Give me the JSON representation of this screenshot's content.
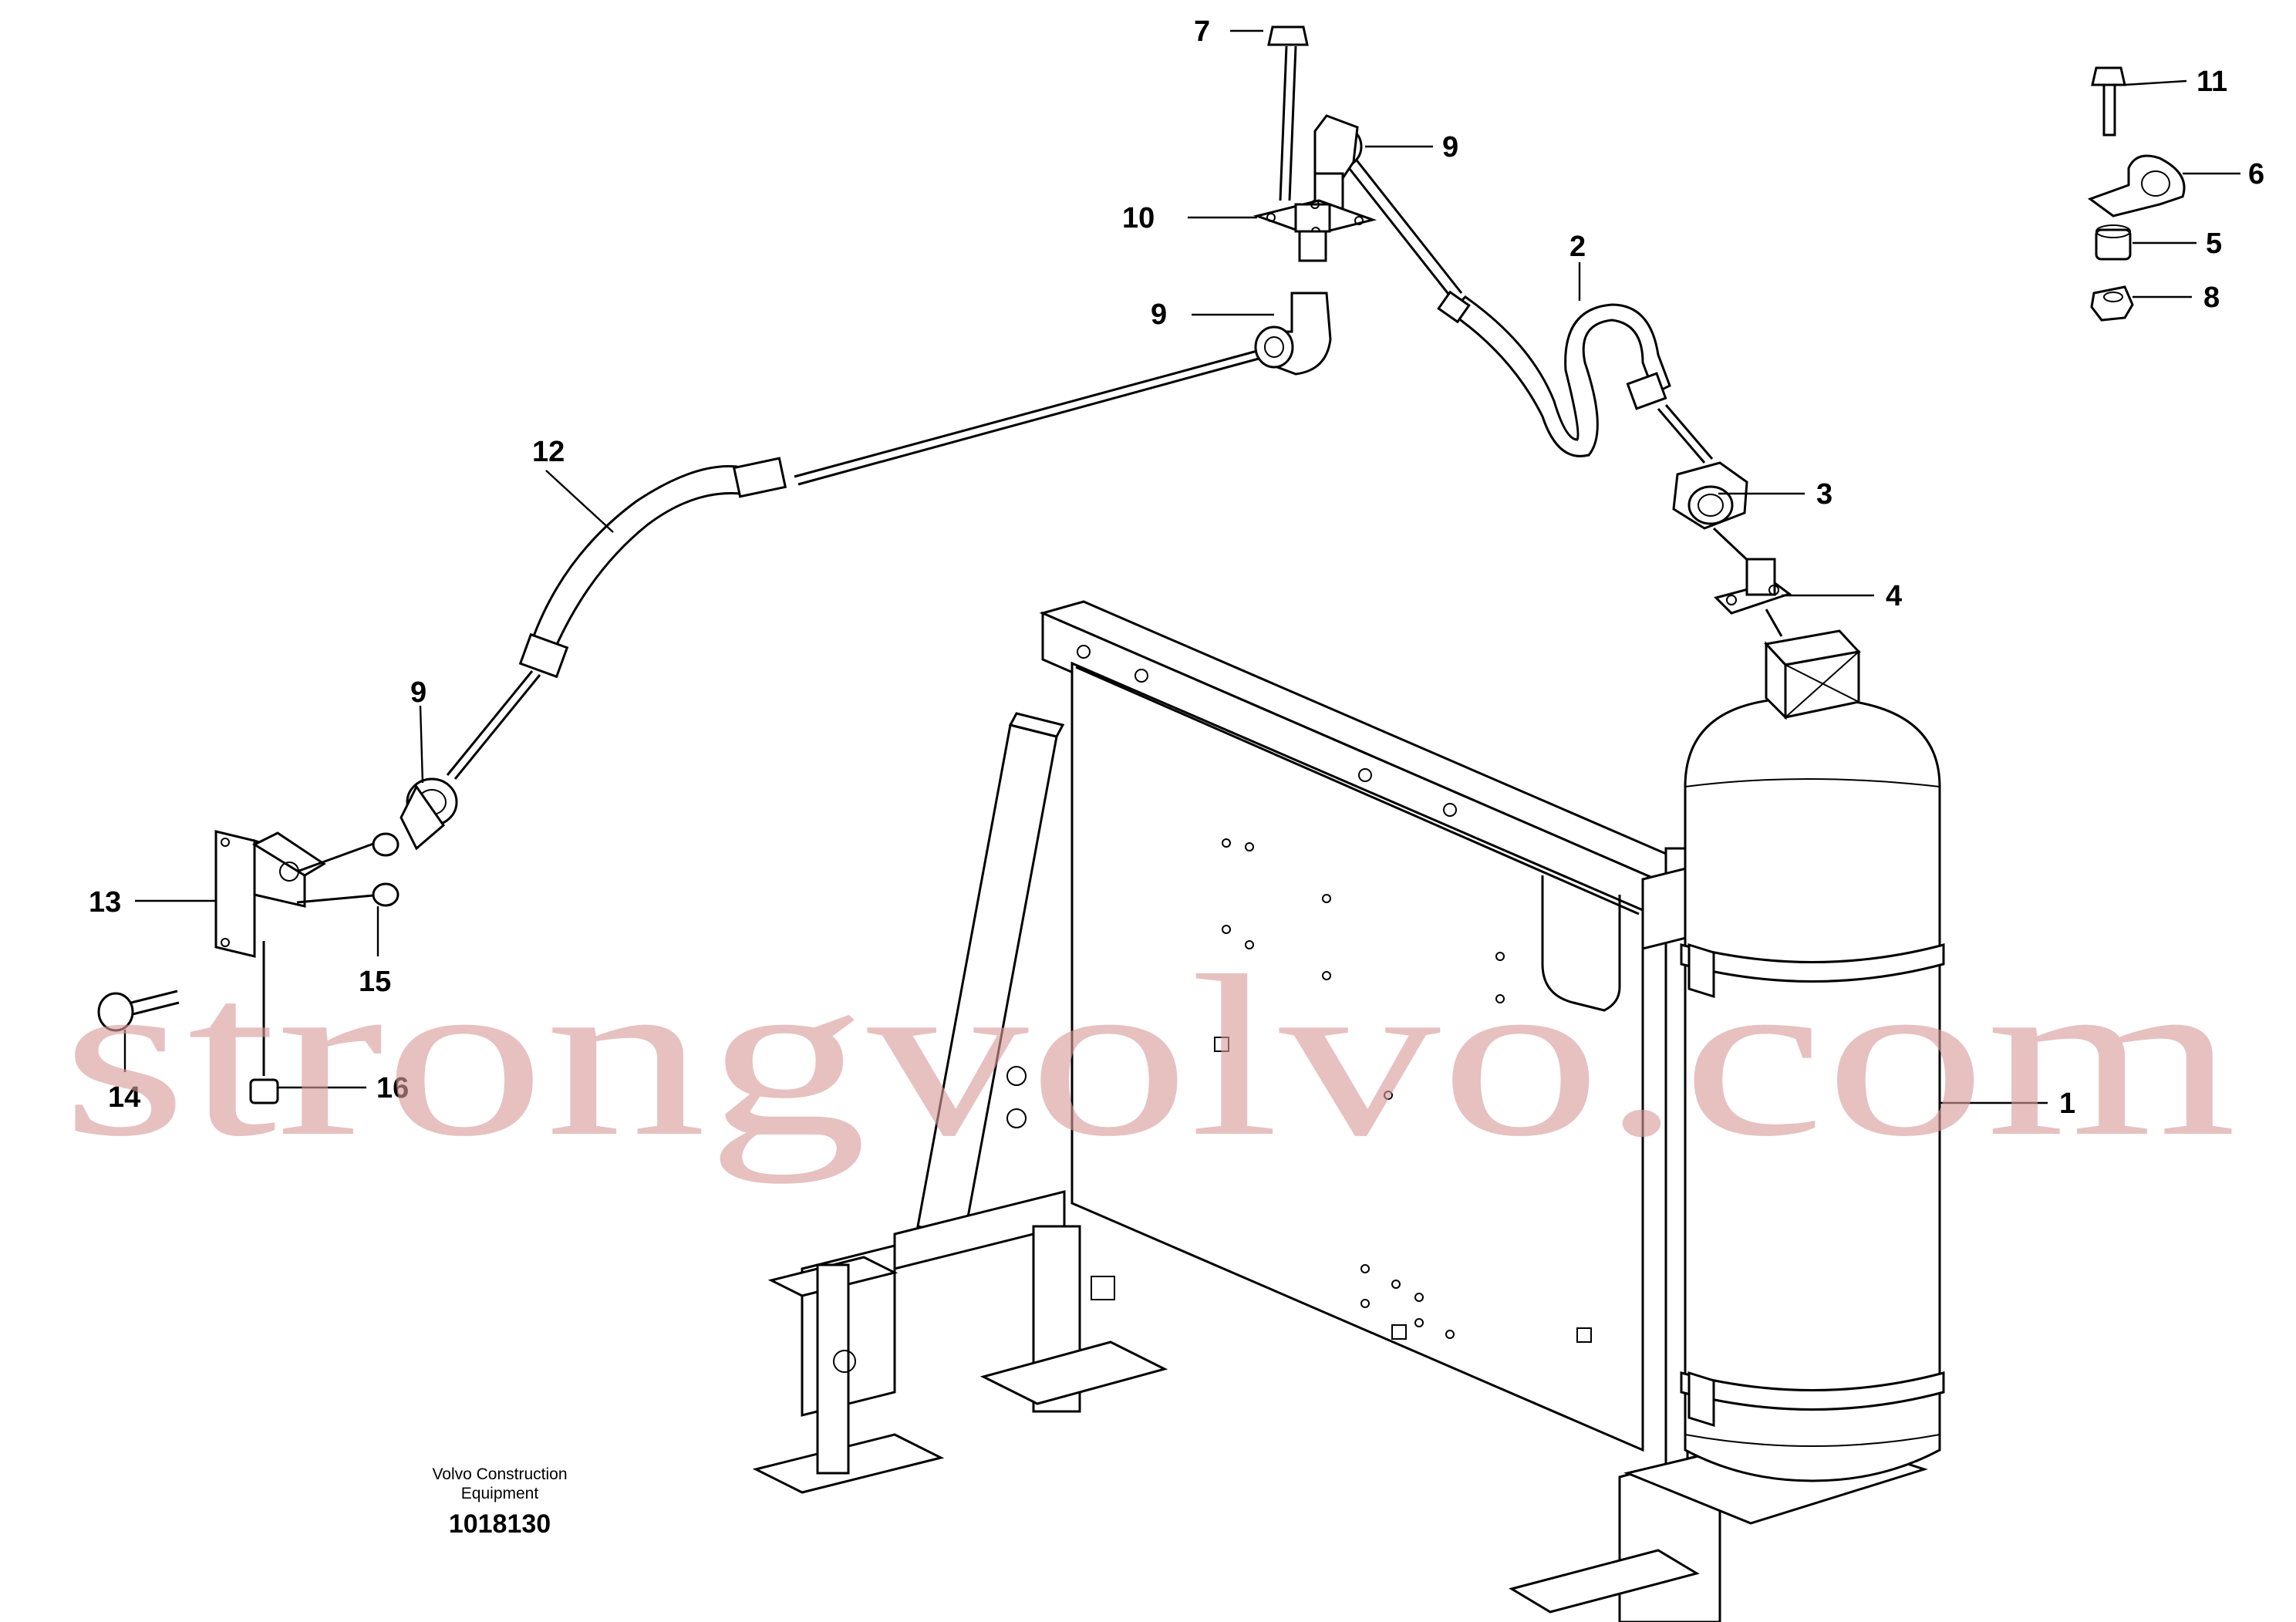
{
  "callouts": [
    {
      "id": "1",
      "label": "1"
    },
    {
      "id": "2",
      "label": "2"
    },
    {
      "id": "3",
      "label": "3"
    },
    {
      "id": "4",
      "label": "4"
    },
    {
      "id": "5",
      "label": "5"
    },
    {
      "id": "6",
      "label": "6"
    },
    {
      "id": "7",
      "label": "7"
    },
    {
      "id": "8",
      "label": "8"
    },
    {
      "id": "9a",
      "label": "9"
    },
    {
      "id": "9b",
      "label": "9"
    },
    {
      "id": "9c",
      "label": "9"
    },
    {
      "id": "10",
      "label": "10"
    },
    {
      "id": "11",
      "label": "11"
    },
    {
      "id": "12",
      "label": "12"
    },
    {
      "id": "13",
      "label": "13"
    },
    {
      "id": "14",
      "label": "14"
    },
    {
      "id": "15",
      "label": "15"
    },
    {
      "id": "16",
      "label": "16"
    }
  ],
  "caption": {
    "line1": "Volvo Construction",
    "line2": "Equipment",
    "number": "1018130"
  },
  "watermark": {
    "text": "strongvolvo.com"
  },
  "colors": {
    "line": "#000000",
    "background": "#ffffff",
    "watermark": "#d99a9a"
  }
}
